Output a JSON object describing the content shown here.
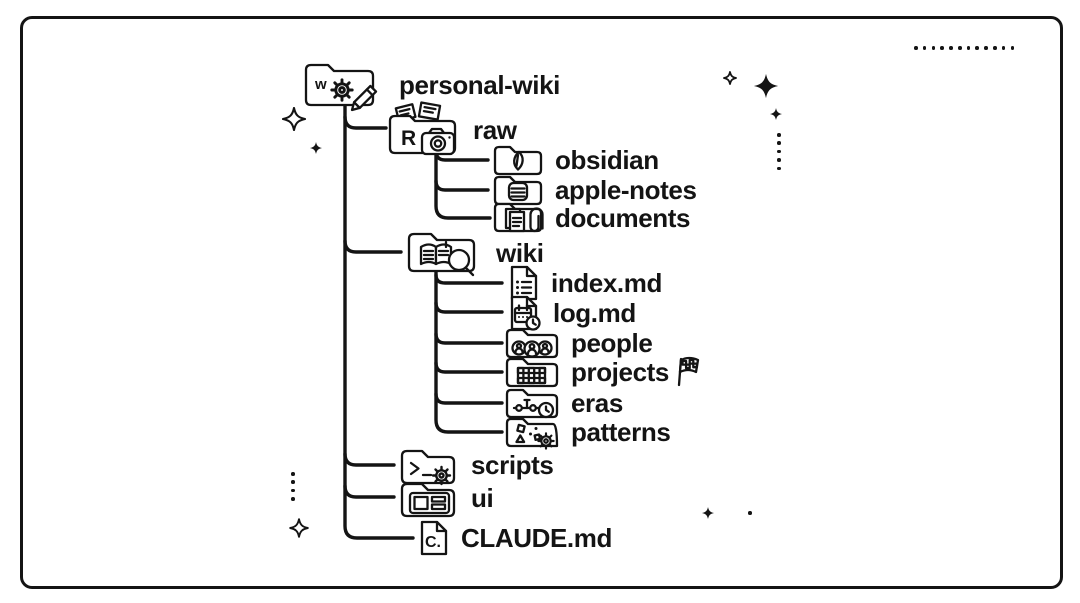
{
  "colors": {
    "ink": "#141414",
    "background": "#ffffff"
  },
  "tree": {
    "items": [
      {
        "label": "personal-wiki",
        "depth": 0,
        "type": "folder",
        "icon": "folder-wiki-gear-pencil-icon"
      },
      {
        "label": "raw",
        "depth": 1,
        "type": "folder",
        "icon": "folder-photos-camera-icon"
      },
      {
        "label": "obsidian",
        "depth": 2,
        "type": "folder",
        "icon": "folder-obsidian-gem-icon"
      },
      {
        "label": "apple-notes",
        "depth": 2,
        "type": "folder",
        "icon": "folder-notepad-icon"
      },
      {
        "label": "documents",
        "depth": 2,
        "type": "folder",
        "icon": "folder-pages-paperclip-icon"
      },
      {
        "label": "wiki",
        "depth": 1,
        "type": "folder",
        "icon": "folder-open-book-magnifier-icon"
      },
      {
        "label": "index.md",
        "depth": 2,
        "type": "file",
        "icon": "file-bullet-list-icon"
      },
      {
        "label": "log.md",
        "depth": 2,
        "type": "file",
        "icon": "file-calendar-clock-icon"
      },
      {
        "label": "people",
        "depth": 2,
        "type": "folder",
        "icon": "folder-people-icon"
      },
      {
        "label": "projects",
        "depth": 2,
        "type": "folder",
        "icon": "folder-checkerboard-icon",
        "suffix_icon": "checkered-flag-icon"
      },
      {
        "label": "eras",
        "depth": 2,
        "type": "folder",
        "icon": "folder-timeline-clock-icon"
      },
      {
        "label": "patterns",
        "depth": 2,
        "type": "folder",
        "icon": "folder-shapes-gear-icon"
      },
      {
        "label": "scripts",
        "depth": 1,
        "type": "folder",
        "icon": "folder-terminal-gear-icon"
      },
      {
        "label": "ui",
        "depth": 1,
        "type": "folder",
        "icon": "folder-wireframe-icon"
      },
      {
        "label": "CLAUDE.md",
        "depth": 1,
        "type": "file",
        "icon": "file-claude-icon"
      }
    ]
  },
  "decorations": {
    "sparkles": [
      "outline-star-left",
      "small-star-left",
      "outline-star-top-right",
      "big-star-top-right",
      "small-star-top-right",
      "outline-star-bottom-left",
      "small-star-bottom-right"
    ],
    "dotted_lines": [
      "horizontal-dots-top-right",
      "vertical-dots-right",
      "vertical-dots-bottom-left",
      "single-dot-bottom-right"
    ]
  }
}
